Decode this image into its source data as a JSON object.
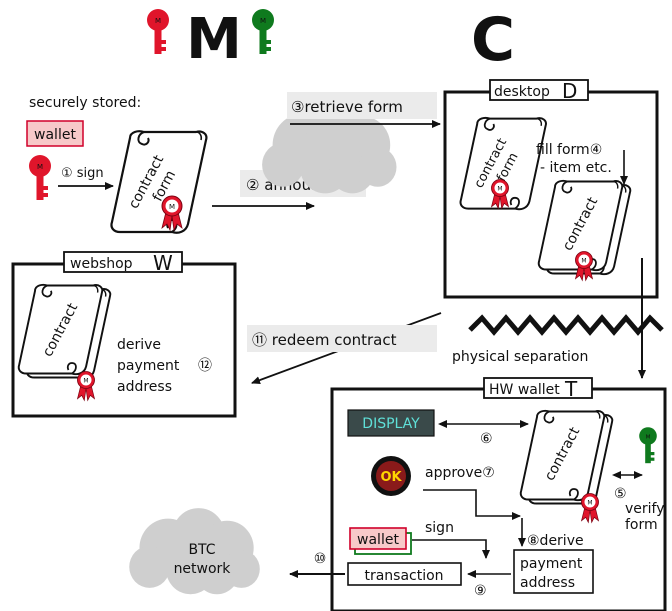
{
  "title": {
    "merchant": "M",
    "customer": "C"
  },
  "merchant": {
    "secure_label": "securely stored:",
    "wallet_label": "wallet"
  },
  "contract_form": {
    "line1": "contract",
    "line2": "form"
  },
  "contract": {
    "label": "contract"
  },
  "seal": {
    "letter": "M"
  },
  "key": {
    "letter": "M"
  },
  "desktop": {
    "label": "desktop",
    "letter": "D"
  },
  "webshop": {
    "label": "webshop",
    "letter": "W"
  },
  "hw_wallet": {
    "label": "HW wallet",
    "letter": "T"
  },
  "steps": {
    "s1": "① sign",
    "s2": "② announce",
    "s3": "③retrieve form",
    "s4a": "fill form④",
    "s4b": "- item etc.",
    "s5": "⑤",
    "s5a": "verify",
    "s5b": "form",
    "s6": "⑥",
    "s7": "approve⑦",
    "s8": "⑧derive",
    "s9": "⑨",
    "s10": "⑩",
    "s11": "⑪ redeem contract",
    "s12": "⑫"
  },
  "webshop_text": {
    "l1": "derive",
    "l2": "payment",
    "l3": "address"
  },
  "separation": "physical separation",
  "hw": {
    "display": "DISPLAY",
    "ok": "OK",
    "wallet": "wallet",
    "sign": "sign",
    "transaction": "transaction",
    "payment1": "payment",
    "payment2": "address"
  },
  "btc": {
    "l1": "BTC",
    "l2": "network"
  },
  "colors": {
    "key_red": "#e0152b",
    "key_green": "#0f7a1e",
    "display_bg": "#3a4a4a",
    "display_text": "#5fe0d8",
    "ok_yellow": "#ffd500",
    "wallet_bg": "#f7c9c9",
    "cloud": "#cfcfcf"
  }
}
